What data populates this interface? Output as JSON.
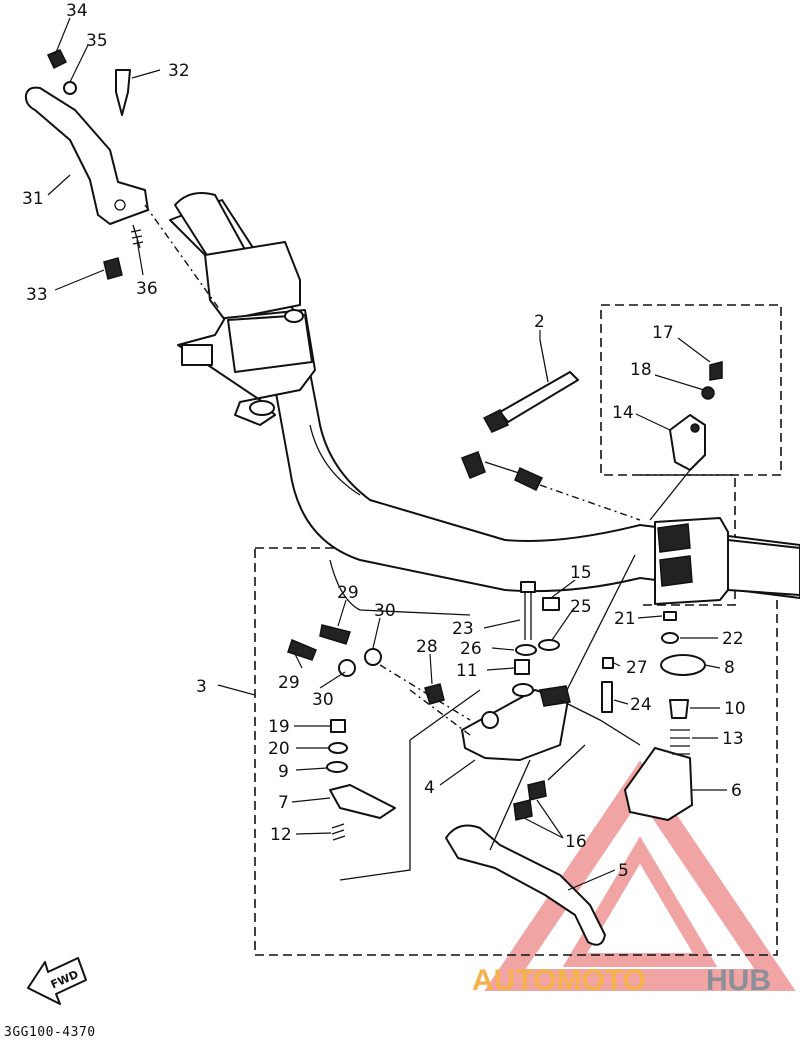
{
  "diagram": {
    "drawing_code": "3GG100-4370",
    "fwd_label": "FWD",
    "watermark": {
      "part1": "AUTOMOTO",
      "part2": "HUB",
      "colors": {
        "part1": "#f6b24a",
        "part2": "#8a8f98",
        "triangle": "#e45a5a"
      }
    },
    "callouts": [
      "34",
      "35",
      "32",
      "31",
      "33",
      "36",
      "2",
      "17",
      "18",
      "14",
      "3",
      "29",
      "30",
      "28",
      "23",
      "15",
      "25",
      "26",
      "11",
      "21",
      "22",
      "27",
      "8",
      "24",
      "10",
      "13",
      "6",
      "19",
      "20",
      "9",
      "7",
      "4",
      "12",
      "16",
      "5"
    ]
  }
}
